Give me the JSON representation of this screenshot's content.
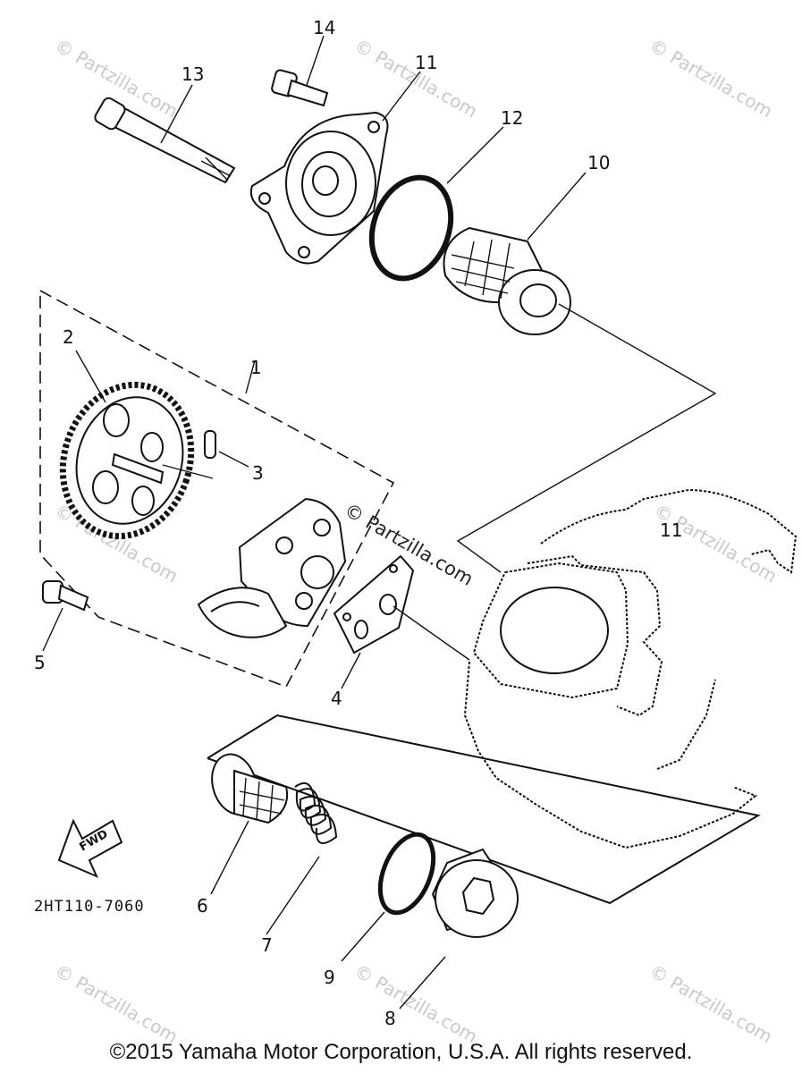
{
  "callouts": {
    "c1": "1",
    "c2": "2",
    "c3": "3",
    "c4": "4",
    "c5": "5",
    "c6": "6",
    "c7": "7",
    "c8": "8",
    "c9": "9",
    "c10": "10",
    "c11": "11",
    "c11b": "11",
    "c12": "12",
    "c13": "13",
    "c14": "14"
  },
  "fwd_label": "FWD",
  "diagram_code": "2HT110-7060",
  "watermark": "© Partzilla.com",
  "copyright": "©2015 Yamaha Motor Corporation, U.S.A. All rights reserved."
}
